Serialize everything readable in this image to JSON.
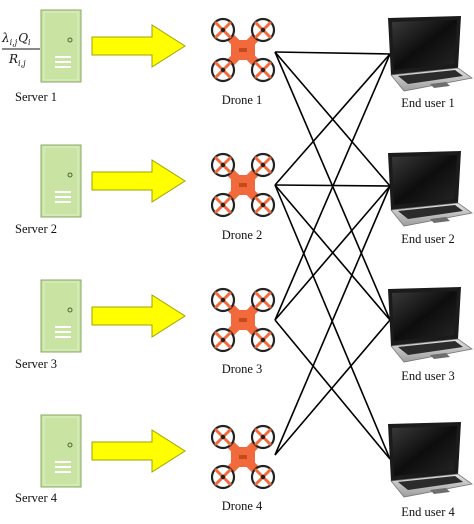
{
  "formula": {
    "numerator": "λ",
    "numerator_sub": "i,j",
    "numerator_mid": "Q",
    "numerator_mid_sub": "i",
    "denominator": "R",
    "denominator_sub": "i,j"
  },
  "servers": [
    {
      "label": "Server 1"
    },
    {
      "label": "Server 2"
    },
    {
      "label": "Server 3"
    },
    {
      "label": "Server 4"
    }
  ],
  "drones": [
    {
      "label": "Drone 1"
    },
    {
      "label": "Drone 2"
    },
    {
      "label": "Drone 3"
    },
    {
      "label": "Drone 4"
    }
  ],
  "users": [
    {
      "label": "End user 1"
    },
    {
      "label": "End user 2"
    },
    {
      "label": "End user 3"
    },
    {
      "label": "End user 4"
    }
  ],
  "links": [
    {
      "drone": 1,
      "user": 1
    },
    {
      "drone": 1,
      "user": 2
    },
    {
      "drone": 1,
      "user": 3
    },
    {
      "drone": 2,
      "user": 1
    },
    {
      "drone": 2,
      "user": 2
    },
    {
      "drone": 2,
      "user": 3
    },
    {
      "drone": 2,
      "user": 4
    },
    {
      "drone": 3,
      "user": 1
    },
    {
      "drone": 3,
      "user": 2
    },
    {
      "drone": 3,
      "user": 4
    },
    {
      "drone": 4,
      "user": 2
    },
    {
      "drone": 4,
      "user": 3
    }
  ],
  "colors": {
    "server_body": "#c9e3a3",
    "server_edge": "#8aa866",
    "arrow_fill": "#ffff00",
    "arrow_edge": "#a0a000",
    "drone_body": "#f26a3c",
    "drone_rotor": "#ffffff",
    "drone_rotor_edge": "#222222",
    "laptop_dark": "#1b1b1b",
    "laptop_base": "#c8c8c8",
    "link_line": "#000000"
  },
  "icons": {
    "server": "server-tower-icon",
    "arrow": "yellow-arrow-icon",
    "drone": "quadcopter-drone-icon",
    "user": "laptop-icon"
  }
}
